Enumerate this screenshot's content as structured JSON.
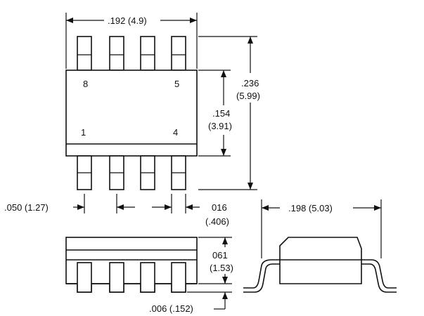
{
  "dimensions": {
    "body_length": ".192 (4.9)",
    "overall_width_in": ".236",
    "overall_width_mm": "(5.99)",
    "body_width_in": ".154",
    "body_width_mm": "(3.91)",
    "pin_pitch": ".050 (1.27)",
    "lead_width_in": "016",
    "lead_width_mm": "(.406)",
    "side_width": ".198 (5.03)",
    "height_in": "061",
    "height_mm": "(1.53)",
    "standoff": ".006 (.152)"
  },
  "pin_labels": {
    "pin8": "8",
    "pin5": "5",
    "pin1": "1",
    "pin4": "4"
  }
}
